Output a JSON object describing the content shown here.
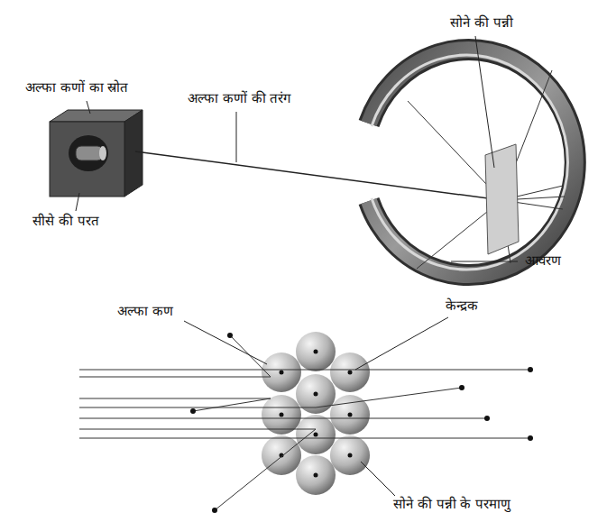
{
  "diagram": {
    "labels": [
      "सोने की पन्नी",
      "अल्फा कणों का स्रोत",
      "अल्फा कणों की तरंग",
      "सीसे की परत",
      "आवरण",
      "अल्फा कण",
      "केन्द्रक",
      "सोने की पन्नी के परमाणु"
    ]
  }
}
